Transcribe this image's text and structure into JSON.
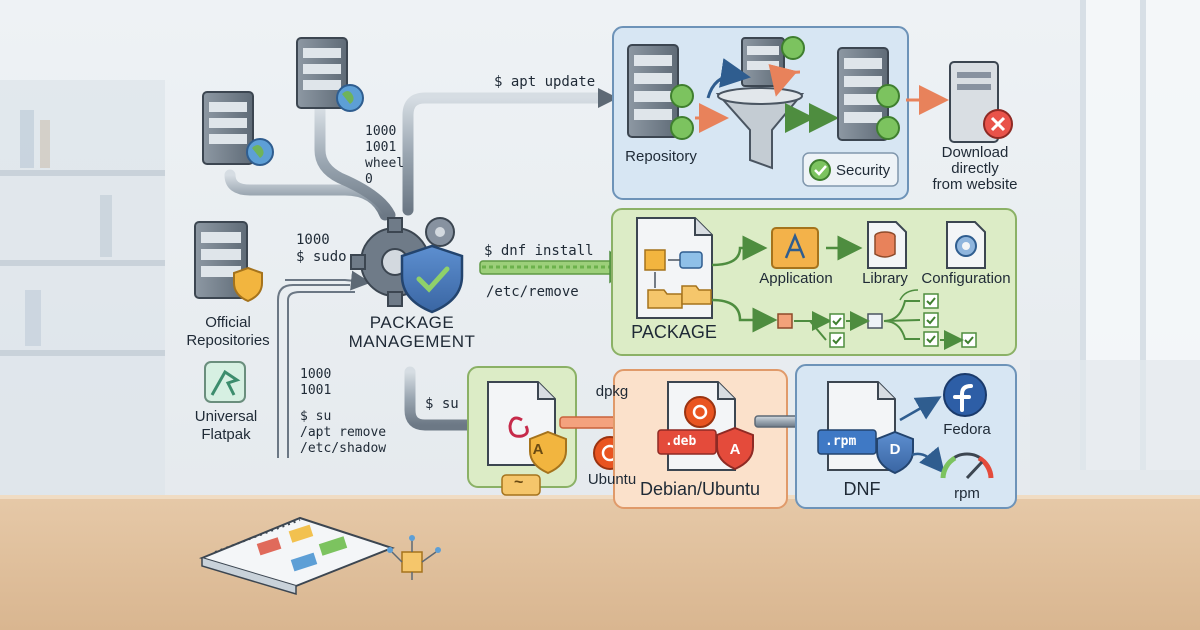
{
  "sources": {
    "official_repos": "Official\nRepositories",
    "flatpak": "Universal\nFlatpak"
  },
  "center": {
    "title": "PACKAGE\nMANAGEMENT"
  },
  "commands": {
    "apt_update": "$ apt update",
    "dnf_install": "$ dnf install",
    "etc_remove": "/etc/remove",
    "su_bottom": "$ su",
    "ids_top": "1000\n1001\nwheel\n0",
    "sudo_block": "1000\n$ sudo",
    "ids_left": "1000\n1001",
    "su_left": "$ su\n/apt remove\n/etc/shadow"
  },
  "top_panel": {
    "repository": "Repository",
    "security": "Security",
    "download": "Download\ndirectly\nfrom website"
  },
  "mid_panel": {
    "package": "PACKAGE",
    "application": "Application",
    "library": "Library",
    "configuration": "Configuration"
  },
  "bottom": {
    "debian_box_badge": "~",
    "dpkg": "dpkg",
    "ubuntu": "Ubuntu",
    "deb": ".deb",
    "debian_ubuntu": "Debian/Ubuntu",
    "rpm_file": ".rpm",
    "dnf": "DNF",
    "fedora": "Fedora",
    "rpm": "rpm",
    "shield_a": "A",
    "shield_d": "D"
  },
  "colors": {
    "blue_panel": "#d9e8f4",
    "green_panel": "#dfefc9",
    "orange_panel": "#fbe3cf",
    "check_green": "#5aa84a",
    "orange_arrow": "#e8825b",
    "shield_blue": "#4a79b8",
    "ubuntu_orange": "#e95420"
  }
}
